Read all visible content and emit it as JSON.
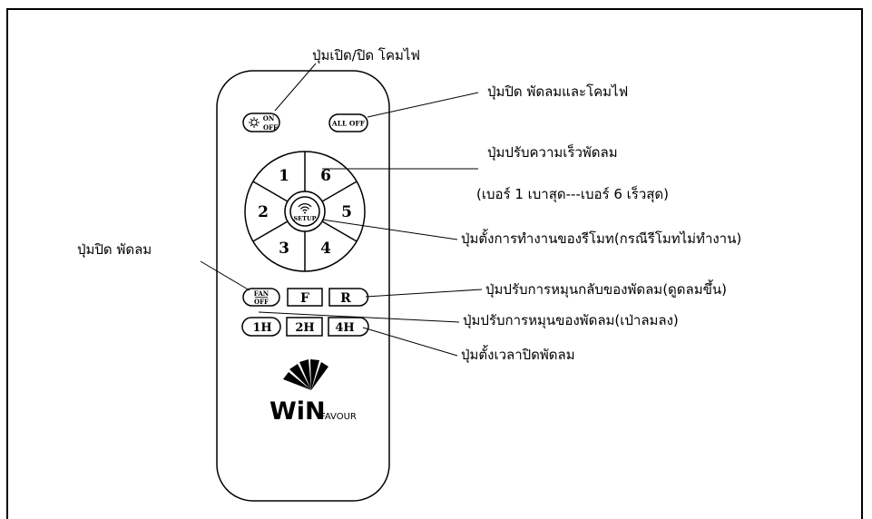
{
  "callouts": {
    "light_toggle": "ปุ่มเปิด/ปิด โคมไฟ",
    "all_off": "ปุ่มปิด พัดลมและโคมไฟ",
    "speed_title": "ปุ่มปรับความเร็วพัดลม",
    "speed_range": "(เบอร์ 1 เบาสุด---เบอร์ 6 เร็วสุด)",
    "setup": "ปุ่มตั้งการทำงานของรีโมท(กรณีรีโมทไม่ทำงาน)",
    "fan_off": "ปุ่มปิด พัดลม",
    "reverse": "ปุ่มปรับการหมุนกลับของพัดลม(ดูดลมขึ้น)",
    "forward": "ปุ่มปรับการหมุนของพัดลม(เป่าลมลง)",
    "timer": "ปุ่มตั้งเวลาปิดพัดลม"
  },
  "remote": {
    "on_off_top": "ON",
    "on_off_bottom": "OFF",
    "all_off": "ALL OFF",
    "speed_buttons": [
      "1",
      "2",
      "3",
      "4",
      "5",
      "6"
    ],
    "setup": "SETUP",
    "fan_off_top": "FAN",
    "fan_off_bottom": "OFF",
    "forward": "F",
    "reverse": "R",
    "timers": [
      "1H",
      "2H",
      "4H"
    ],
    "brand_main": "WiN",
    "brand_sub": "FAVOUR"
  }
}
